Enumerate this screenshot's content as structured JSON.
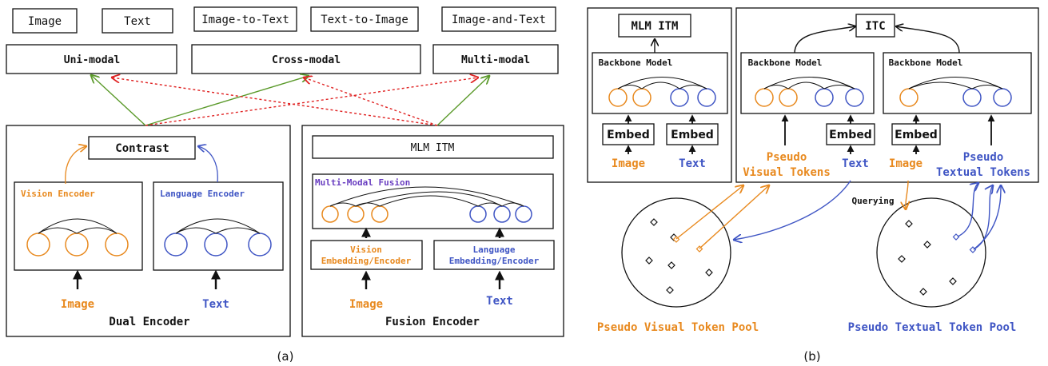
{
  "colors": {
    "orange": "#E8891E",
    "blue": "#3F55C4",
    "purple": "#6A3FC1",
    "green": "#5B9A2B",
    "red": "#E02424",
    "ink": "#111111"
  },
  "panel_a": {
    "tasks": [
      "Image",
      "Text",
      "Image-to-Text",
      "Text-to-Image",
      "Image-and-Text"
    ],
    "modalities": [
      "Uni-modal",
      "Cross-modal",
      "Multi-modal"
    ],
    "dual": {
      "contrast": "Contrast",
      "vision_encoder": "Vision Encoder",
      "language_encoder": "Language Encoder",
      "image": "Image",
      "text": "Text",
      "title": "Dual Encoder"
    },
    "fusion": {
      "heads": "MLM ITM",
      "fusion": "Multi-Modal Fusion",
      "vision_line1": "Vision",
      "vision_line2": "Embedding/Encoder",
      "language_line1": "Language",
      "language_line2": "Embedding/Encoder",
      "image": "Image",
      "text": "Text",
      "title": "Fusion Encoder"
    },
    "caption": "(a)"
  },
  "panel_b": {
    "left": {
      "heads": "MLM ITM",
      "backbone": "Backbone Model",
      "embed": "Embed",
      "image": "Image",
      "text": "Text"
    },
    "right": {
      "itc": "ITC",
      "backbone": "Backbone Model",
      "embed": "Embed",
      "pseudo": "Pseudo",
      "visual_tokens": "Visual Tokens",
      "textual_tokens": "Textual Tokens",
      "text": "Text",
      "image": "Image",
      "querying": "Querying"
    },
    "visual_pool": "Pseudo Visual Token Pool",
    "textual_pool": "Pseudo Textual Token Pool",
    "caption": "(b)"
  }
}
